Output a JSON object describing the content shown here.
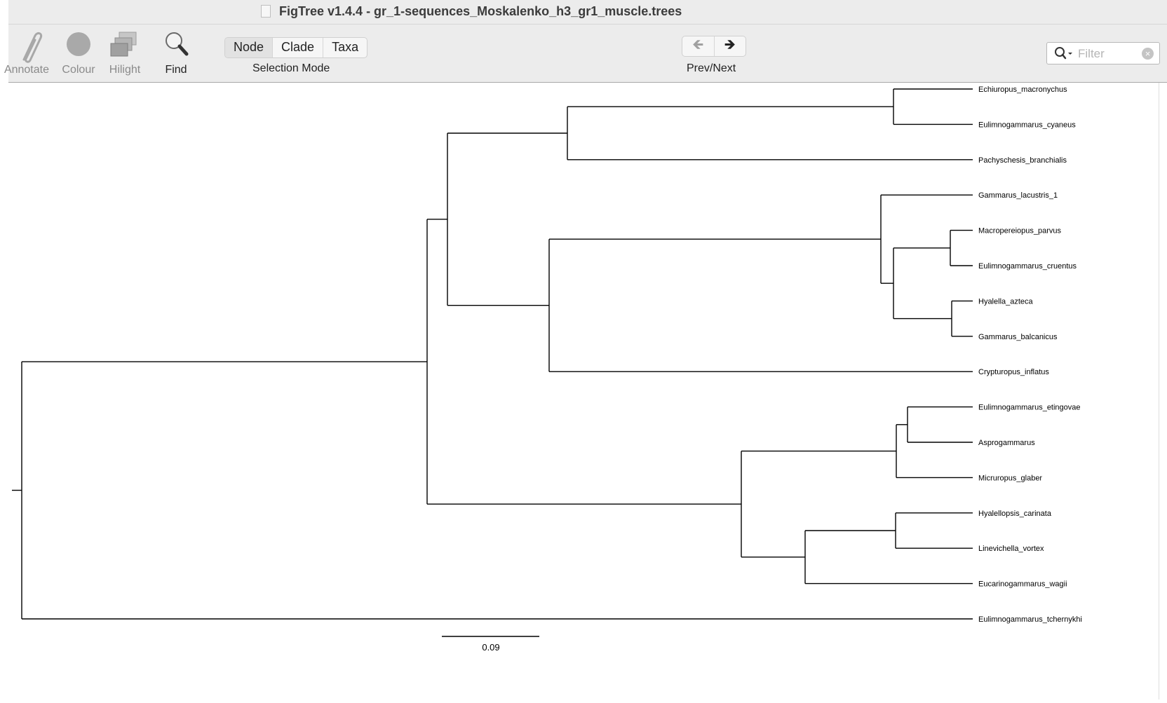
{
  "window": {
    "title": "FigTree v1.4.4 - gr_1-sequences_Moskalenko_h3_gr1_muscle.trees"
  },
  "toolbar": {
    "annotate_label": "Annotate",
    "colour_label": "Colour",
    "hilight_label": "Hilight",
    "find_label": "Find",
    "selection_mode": {
      "options": [
        "Node",
        "Clade",
        "Taxa"
      ],
      "selected": "Node",
      "label": "Selection Mode"
    },
    "prev_next_label": "Prev/Next",
    "filter": {
      "placeholder": "Filter",
      "value": ""
    }
  },
  "tree": {
    "taxa": [
      "Echiuropus_macronychus",
      "Eulimnogammarus_cyaneus",
      "Pachyschesis_branchialis",
      "Gammarus_lacustris_1",
      "Macropereiopus_parvus",
      "Eulimnogammarus_cruentus",
      "Hyalella_azteca",
      "Gammarus_balcanicus",
      "Crypturopus_inflatus",
      "Eulimnogammarus_etingovae",
      "Asprogammarus",
      "Micruropus_glaber",
      "Hyalellopsis_carinata",
      "Linevichella_vortex",
      "Eucarinogammarus_wagii",
      "Eulimnogammarus_tchernykhi"
    ],
    "scale_bar_label": "0.09"
  }
}
